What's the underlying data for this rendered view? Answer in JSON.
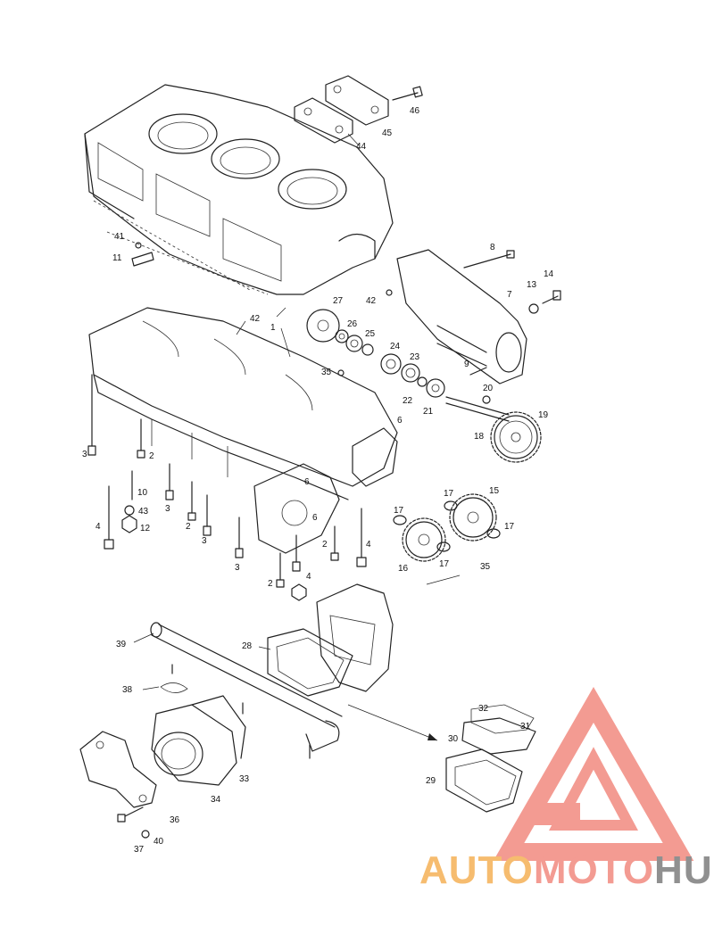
{
  "callouts": [
    {
      "id": "1",
      "label": "1"
    },
    {
      "id": "2a",
      "label": "2"
    },
    {
      "id": "2b",
      "label": "2"
    },
    {
      "id": "2c",
      "label": "2"
    },
    {
      "id": "2d",
      "label": "2"
    },
    {
      "id": "3a",
      "label": "3"
    },
    {
      "id": "3b",
      "label": "3"
    },
    {
      "id": "3c",
      "label": "3"
    },
    {
      "id": "3d",
      "label": "3"
    },
    {
      "id": "4a",
      "label": "4"
    },
    {
      "id": "4b",
      "label": "4"
    },
    {
      "id": "4c",
      "label": "4"
    },
    {
      "id": "6a",
      "label": "6"
    },
    {
      "id": "6b",
      "label": "6"
    },
    {
      "id": "7",
      "label": "7"
    },
    {
      "id": "8",
      "label": "8"
    },
    {
      "id": "9",
      "label": "9"
    },
    {
      "id": "10",
      "label": "10"
    },
    {
      "id": "11",
      "label": "11"
    },
    {
      "id": "12",
      "label": "12"
    },
    {
      "id": "13",
      "label": "13"
    },
    {
      "id": "14",
      "label": "14"
    },
    {
      "id": "15",
      "label": "15"
    },
    {
      "id": "16",
      "label": "16"
    },
    {
      "id": "17a",
      "label": "17"
    },
    {
      "id": "17b",
      "label": "17"
    },
    {
      "id": "17c",
      "label": "17"
    },
    {
      "id": "17d",
      "label": "17"
    },
    {
      "id": "18",
      "label": "18"
    },
    {
      "id": "19",
      "label": "19"
    },
    {
      "id": "20",
      "label": "20"
    },
    {
      "id": "21",
      "label": "21"
    },
    {
      "id": "22",
      "label": "22"
    },
    {
      "id": "23",
      "label": "23"
    },
    {
      "id": "24",
      "label": "24"
    },
    {
      "id": "25",
      "label": "25"
    },
    {
      "id": "26",
      "label": "26"
    },
    {
      "id": "27",
      "label": "27"
    },
    {
      "id": "28",
      "label": "28"
    },
    {
      "id": "29",
      "label": "29"
    },
    {
      "id": "30",
      "label": "30"
    },
    {
      "id": "31",
      "label": "31"
    },
    {
      "id": "32",
      "label": "32"
    },
    {
      "id": "33",
      "label": "33"
    },
    {
      "id": "34",
      "label": "34"
    },
    {
      "id": "35a",
      "label": "35"
    },
    {
      "id": "35b",
      "label": "35"
    },
    {
      "id": "36",
      "label": "36"
    },
    {
      "id": "37",
      "label": "37"
    },
    {
      "id": "38",
      "label": "38"
    },
    {
      "id": "39",
      "label": "39"
    },
    {
      "id": "40",
      "label": "40"
    },
    {
      "id": "41",
      "label": "41"
    },
    {
      "id": "42a",
      "label": "42"
    },
    {
      "id": "42b",
      "label": "42"
    },
    {
      "id": "43",
      "label": "43"
    },
    {
      "id": "44",
      "label": "44"
    },
    {
      "id": "45",
      "label": "45"
    },
    {
      "id": "46",
      "label": "46"
    }
  ],
  "watermark": {
    "part1": "AUTO",
    "part2": "MOTO",
    "part3": "HUB",
    "color_primary": "#f07a6e",
    "color_secondary": "#f3a640",
    "color_dark": "#6b6b6b"
  },
  "colors": {
    "line": "#222222",
    "background": "#ffffff"
  }
}
